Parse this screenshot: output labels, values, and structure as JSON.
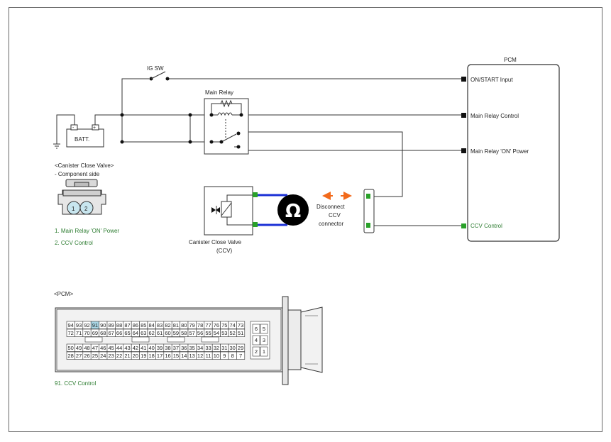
{
  "labels": {
    "ig_sw": "IG SW",
    "main_relay": "Main Relay",
    "battery": "BATT.",
    "battery_neg": "-",
    "battery_pos": "+",
    "pcm_title": "PCM",
    "valve_header_1": "<Canister Close Valve>",
    "valve_header_2": "- Component side",
    "valve_pin_1": "1",
    "valve_pin_2": "2",
    "pin_desc_1": "1. Main Relay 'ON' Power",
    "pin_desc_2": "2. CCV Control",
    "valve_name_1": "Canister Close Valve",
    "valve_name_2": "(CCV)",
    "ohm": "Ω",
    "disconnect_1": "Disconnect",
    "disconnect_2": "CCV",
    "disconnect_3": "connector",
    "pcm_header": "<PCM>",
    "pcm_pin_desc": "91. CCV Control"
  },
  "pcm_pins": [
    "ON/START Input",
    "Main Relay Control",
    "Main Relay 'ON' Power",
    "CCV Control"
  ],
  "connector": {
    "highlight_pin": "91",
    "row1": [
      "94",
      "93",
      "92",
      "91",
      "90",
      "89",
      "88",
      "87",
      "86",
      "85",
      "84",
      "83",
      "82",
      "81",
      "80",
      "79",
      "78",
      "77",
      "76",
      "75",
      "74",
      "73"
    ],
    "row2": [
      "72",
      "71",
      "70",
      "69",
      "68",
      "67",
      "66",
      "65",
      "64",
      "63",
      "62",
      "61",
      "60",
      "59",
      "58",
      "57",
      "56",
      "55",
      "54",
      "53",
      "52",
      "51"
    ],
    "row3": [
      "50",
      "49",
      "48",
      "47",
      "46",
      "45",
      "44",
      "43",
      "42",
      "41",
      "40",
      "39",
      "38",
      "37",
      "36",
      "35",
      "34",
      "33",
      "32",
      "31",
      "30",
      "29"
    ],
    "row4": [
      "28",
      "27",
      "26",
      "25",
      "24",
      "23",
      "22",
      "21",
      "20",
      "19",
      "18",
      "17",
      "16",
      "15",
      "14",
      "13",
      "12",
      "11",
      "10",
      "9",
      "8",
      "7"
    ],
    "small": [
      [
        "6",
        "5"
      ],
      [
        "4",
        "3"
      ],
      [
        "2",
        "1"
      ]
    ]
  },
  "colors": {
    "wire": "#333333",
    "meter_wire": "#1a2fd6",
    "arrow": "#f26a1b",
    "pin_green": "#2aa12a",
    "highlight": "#a9d6e5",
    "label_green": "#2e7d32"
  }
}
